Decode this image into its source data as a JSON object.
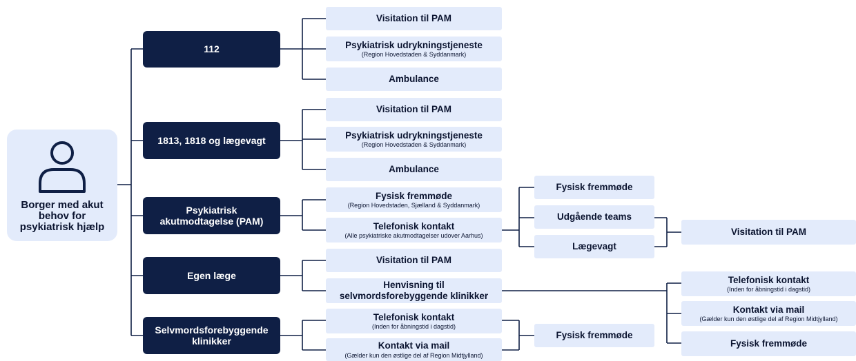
{
  "root": {
    "label": "Borger med akut behov for psykiatrisk hjælp",
    "icon": "person-icon"
  },
  "level1": {
    "n112": "112",
    "n1813": "1813, 1818 og lægevagt",
    "pam": "Psykiatrisk akutmodtagelse (PAM)",
    "egen": "Egen læge",
    "selv": "Selvmordsforebyggende klinikker"
  },
  "level2": {
    "a1": {
      "title": "Visitation til PAM"
    },
    "a2": {
      "title": "Psykiatrisk udrykningstjeneste",
      "sub": "(Region Hovedstaden & Syddanmark)"
    },
    "a3": {
      "title": "Ambulance"
    },
    "b1": {
      "title": "Visitation til PAM"
    },
    "b2": {
      "title": "Psykiatrisk udrykningstjeneste",
      "sub": "(Region Hovedstaden & Syddanmark)"
    },
    "b3": {
      "title": "Ambulance"
    },
    "c1": {
      "title": "Fysisk fremmøde",
      "sub": "(Region Hovedstaden, Sjælland & Syddanmark)"
    },
    "c2": {
      "title": "Telefonisk kontakt",
      "sub": "(Alle psykiatriske akutmodtagelser udover Aarhus)"
    },
    "d1": {
      "title": "Visitation til PAM"
    },
    "d2": {
      "title": "Henvisning til selvmordsforebyggende klinikker"
    },
    "e1": {
      "title": "Telefonisk kontakt",
      "sub": "(Inden for åbningstid i dagstid)"
    },
    "e2": {
      "title": "Kontakt via mail",
      "sub": "(Gælder kun den østlige del af Region Midtjylland)"
    }
  },
  "level3": {
    "t1": "Fysisk fremmøde",
    "t2": "Udgående teams",
    "t3": "Lægevagt",
    "s1": "Fysisk fremmøde"
  },
  "level4": {
    "v1": {
      "title": "Visitation til PAM"
    },
    "h1": {
      "title": "Telefonisk kontakt",
      "sub": "(Inden for åbningstid i dagstid)"
    },
    "h2": {
      "title": "Kontakt via mail",
      "sub": "(Gælder kun den østlige del af Region Midtjylland)"
    },
    "h3": {
      "title": "Fysisk fremmøde"
    }
  }
}
